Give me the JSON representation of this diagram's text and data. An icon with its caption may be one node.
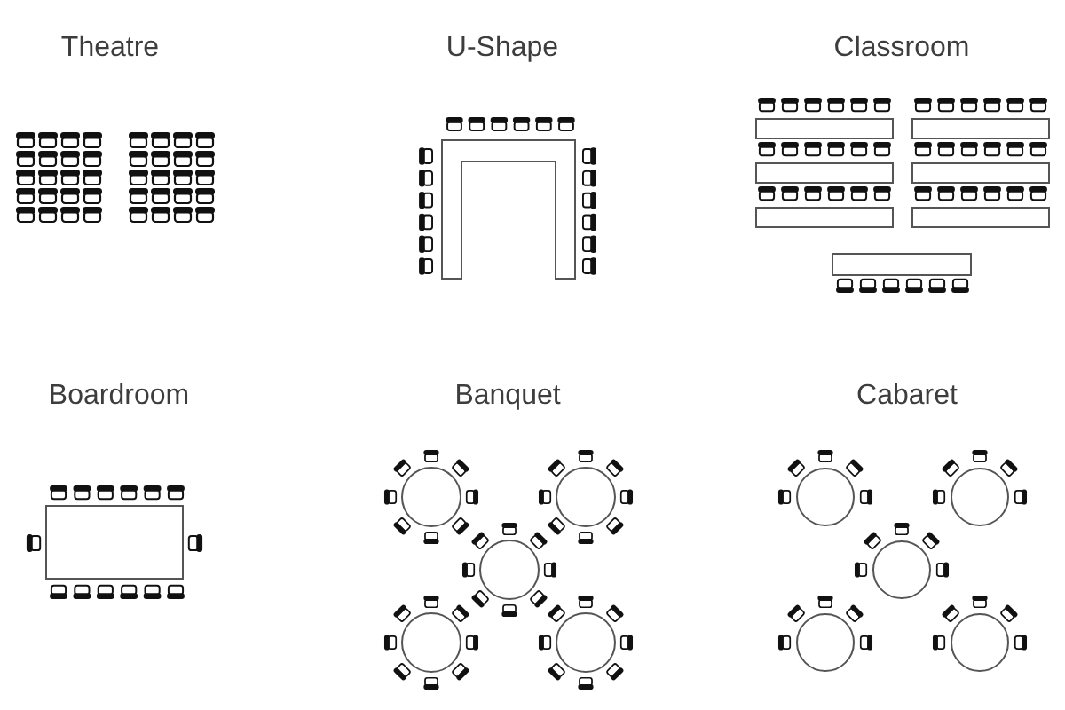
{
  "diagram": {
    "labels": [
      "Theatre",
      "U-Shape",
      "Classroom",
      "Boardroom",
      "Banquet",
      "Cabaret"
    ]
  }
}
